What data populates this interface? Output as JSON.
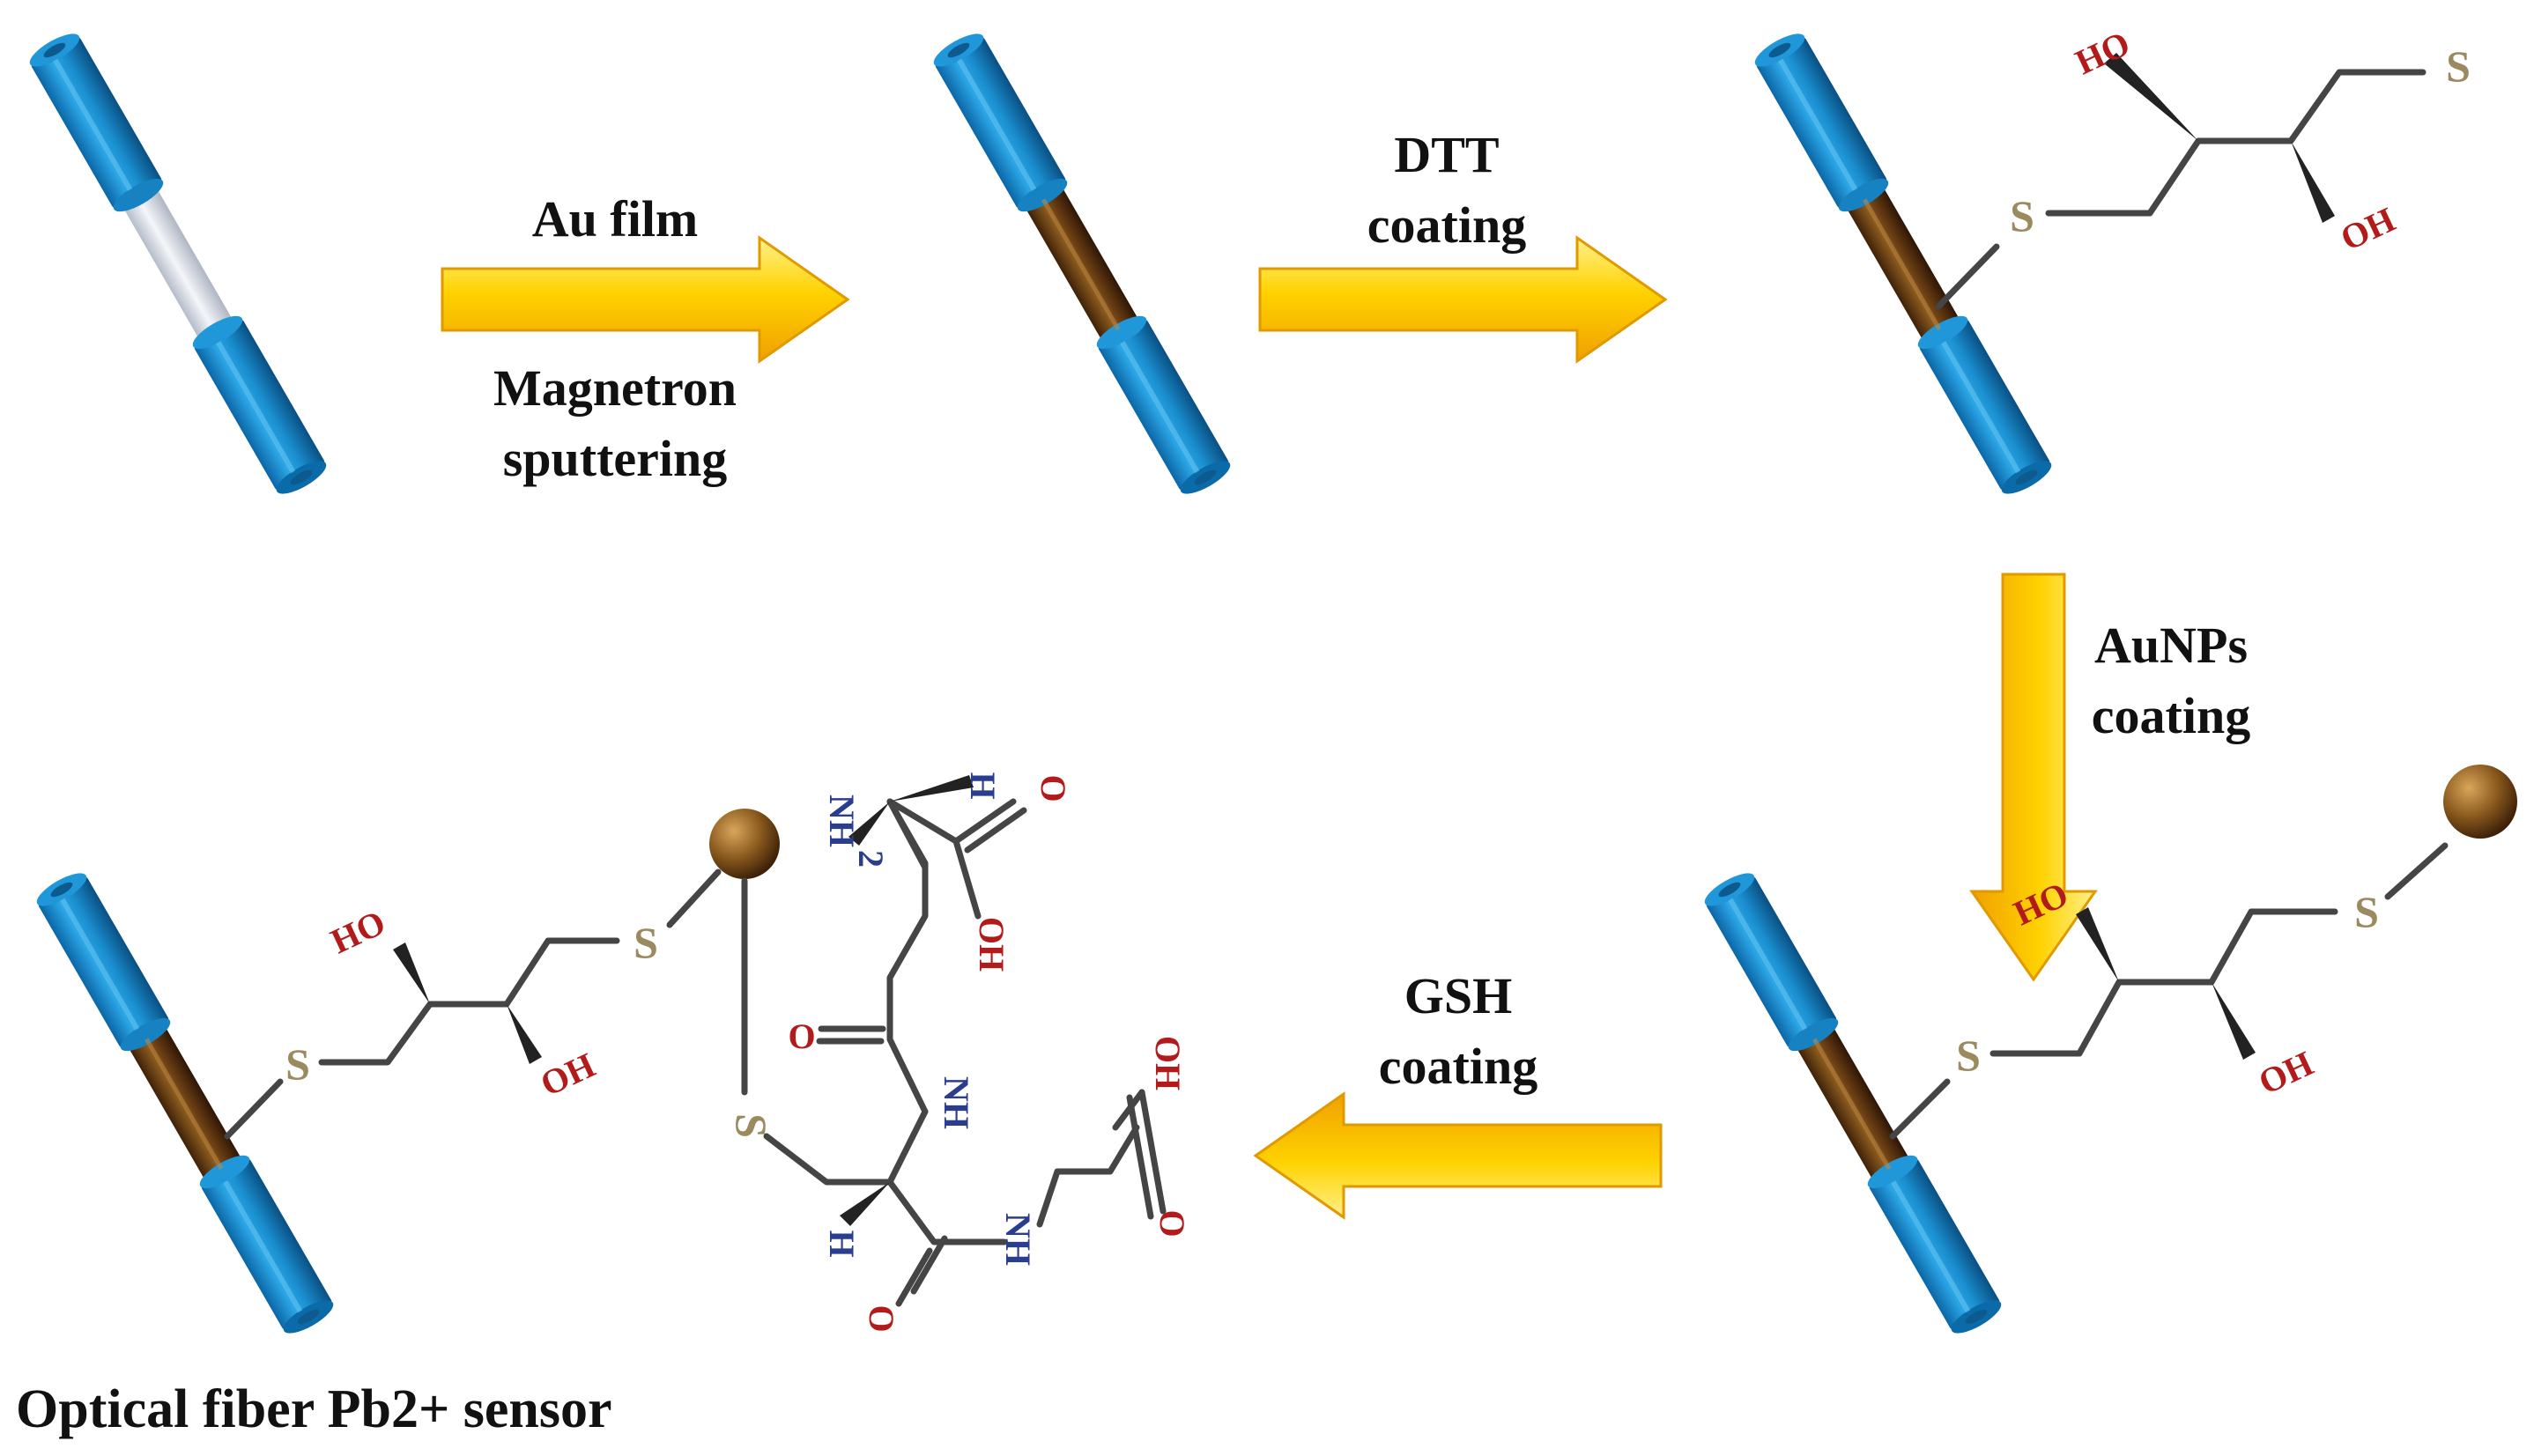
{
  "steps": {
    "au_film": {
      "line1": "Au film",
      "line2": "Magnetron",
      "line3": "sputtering"
    },
    "dtt": {
      "line1": "DTT",
      "line2": "coating"
    },
    "aunps": {
      "line1": "AuNPs",
      "line2": "coating"
    },
    "gsh": {
      "line1": "GSH",
      "line2": "coating"
    }
  },
  "final_label": "Optical fiber Pb2+ sensor",
  "atoms": {
    "S": "S",
    "HO": "HO",
    "OH": "OH",
    "O": "O",
    "H": "H",
    "NH": "NH",
    "NH2": "NH",
    "NH2_sub": "2"
  },
  "colors": {
    "fiber_blue": "#1a8fd0",
    "fiber_core": "#0c5a8e",
    "gold_film": "#6b3f14",
    "bare_core": "#d6dbe4",
    "arrow_yellow": "#ffd200",
    "arrow_orange": "#f0a000",
    "sulfur": "#9b8a5f",
    "oxygen": "#b31b1b",
    "nitrogen": "#2b3d8f",
    "nanoparticle": "#8a5a1e"
  },
  "icons": [
    "optical-fiber-icon",
    "gold-nanoparticle-icon",
    "process-arrow-icon"
  ]
}
